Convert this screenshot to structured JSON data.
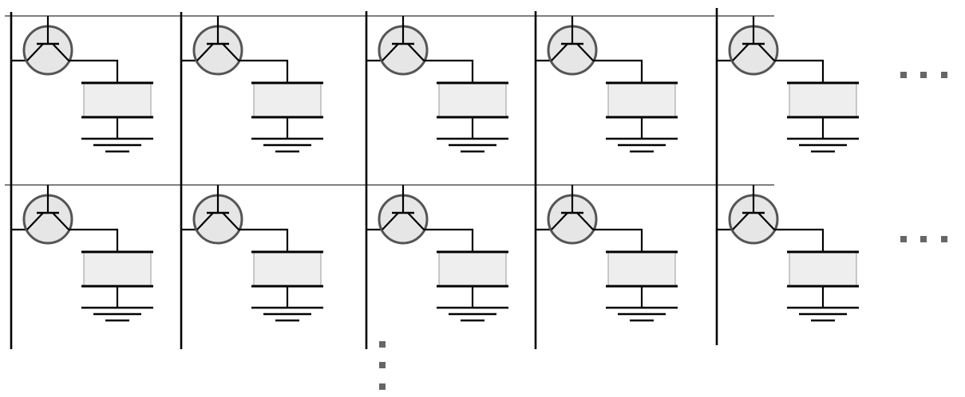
{
  "diagram": {
    "type": "memory-cell-array",
    "rows": 2,
    "columns": 5,
    "cell": {
      "transistor": "bipolar-transistor-icon",
      "capacitor": "capacitor-icon",
      "ground": "ground-icon"
    },
    "continuation": {
      "horizontal": "horizontal-ellipsis-icon",
      "vertical": "vertical-ellipsis-icon"
    },
    "colors": {
      "wire": "#000000",
      "row_line": "#555555",
      "transistor_fill": "#e6e6e6",
      "transistor_stroke": "#555555",
      "capacitor_fill": "#eeeeee",
      "ellipsis": "#666666"
    }
  }
}
